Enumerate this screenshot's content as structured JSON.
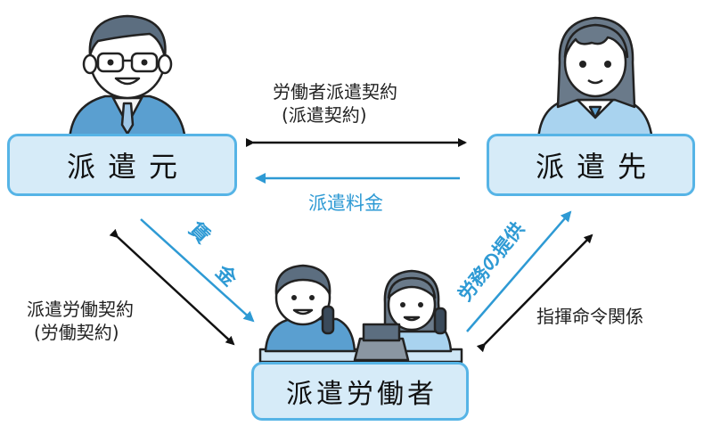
{
  "nodes": {
    "dispatcher": "派遣元",
    "client": "派遣先",
    "worker": "派遣労働者"
  },
  "relations": {
    "worker_dispatch_contract": "労働者派遣契約",
    "dispatch_contract_paren": "(派遣契約)",
    "dispatch_fee": "派遣料金",
    "wage_1": "賃",
    "wage_2": "金",
    "dispatch_labor_contract": "派遣労働契約",
    "labor_contract_paren": "(労働契約)",
    "labor_provision": "労務の提供",
    "command_relation": "指揮命令関係"
  },
  "colors": {
    "accent_blue": "#2e9ad4",
    "box_fill": "#d6ebf8",
    "box_border": "#56b4e6",
    "arrow_black": "#111111"
  }
}
